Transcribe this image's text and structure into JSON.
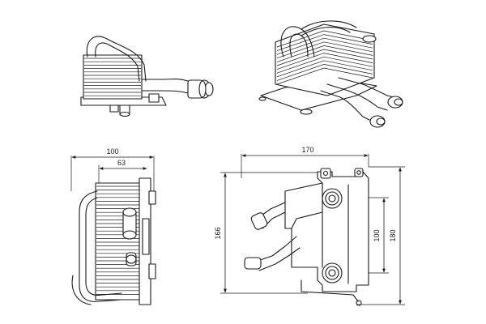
{
  "dimensions": {
    "side_total_width": "100",
    "side_inner_width": "63",
    "front_total_width": "170",
    "front_total_height": "166",
    "front_mount_spacing": "100",
    "front_overall_height": "180"
  }
}
